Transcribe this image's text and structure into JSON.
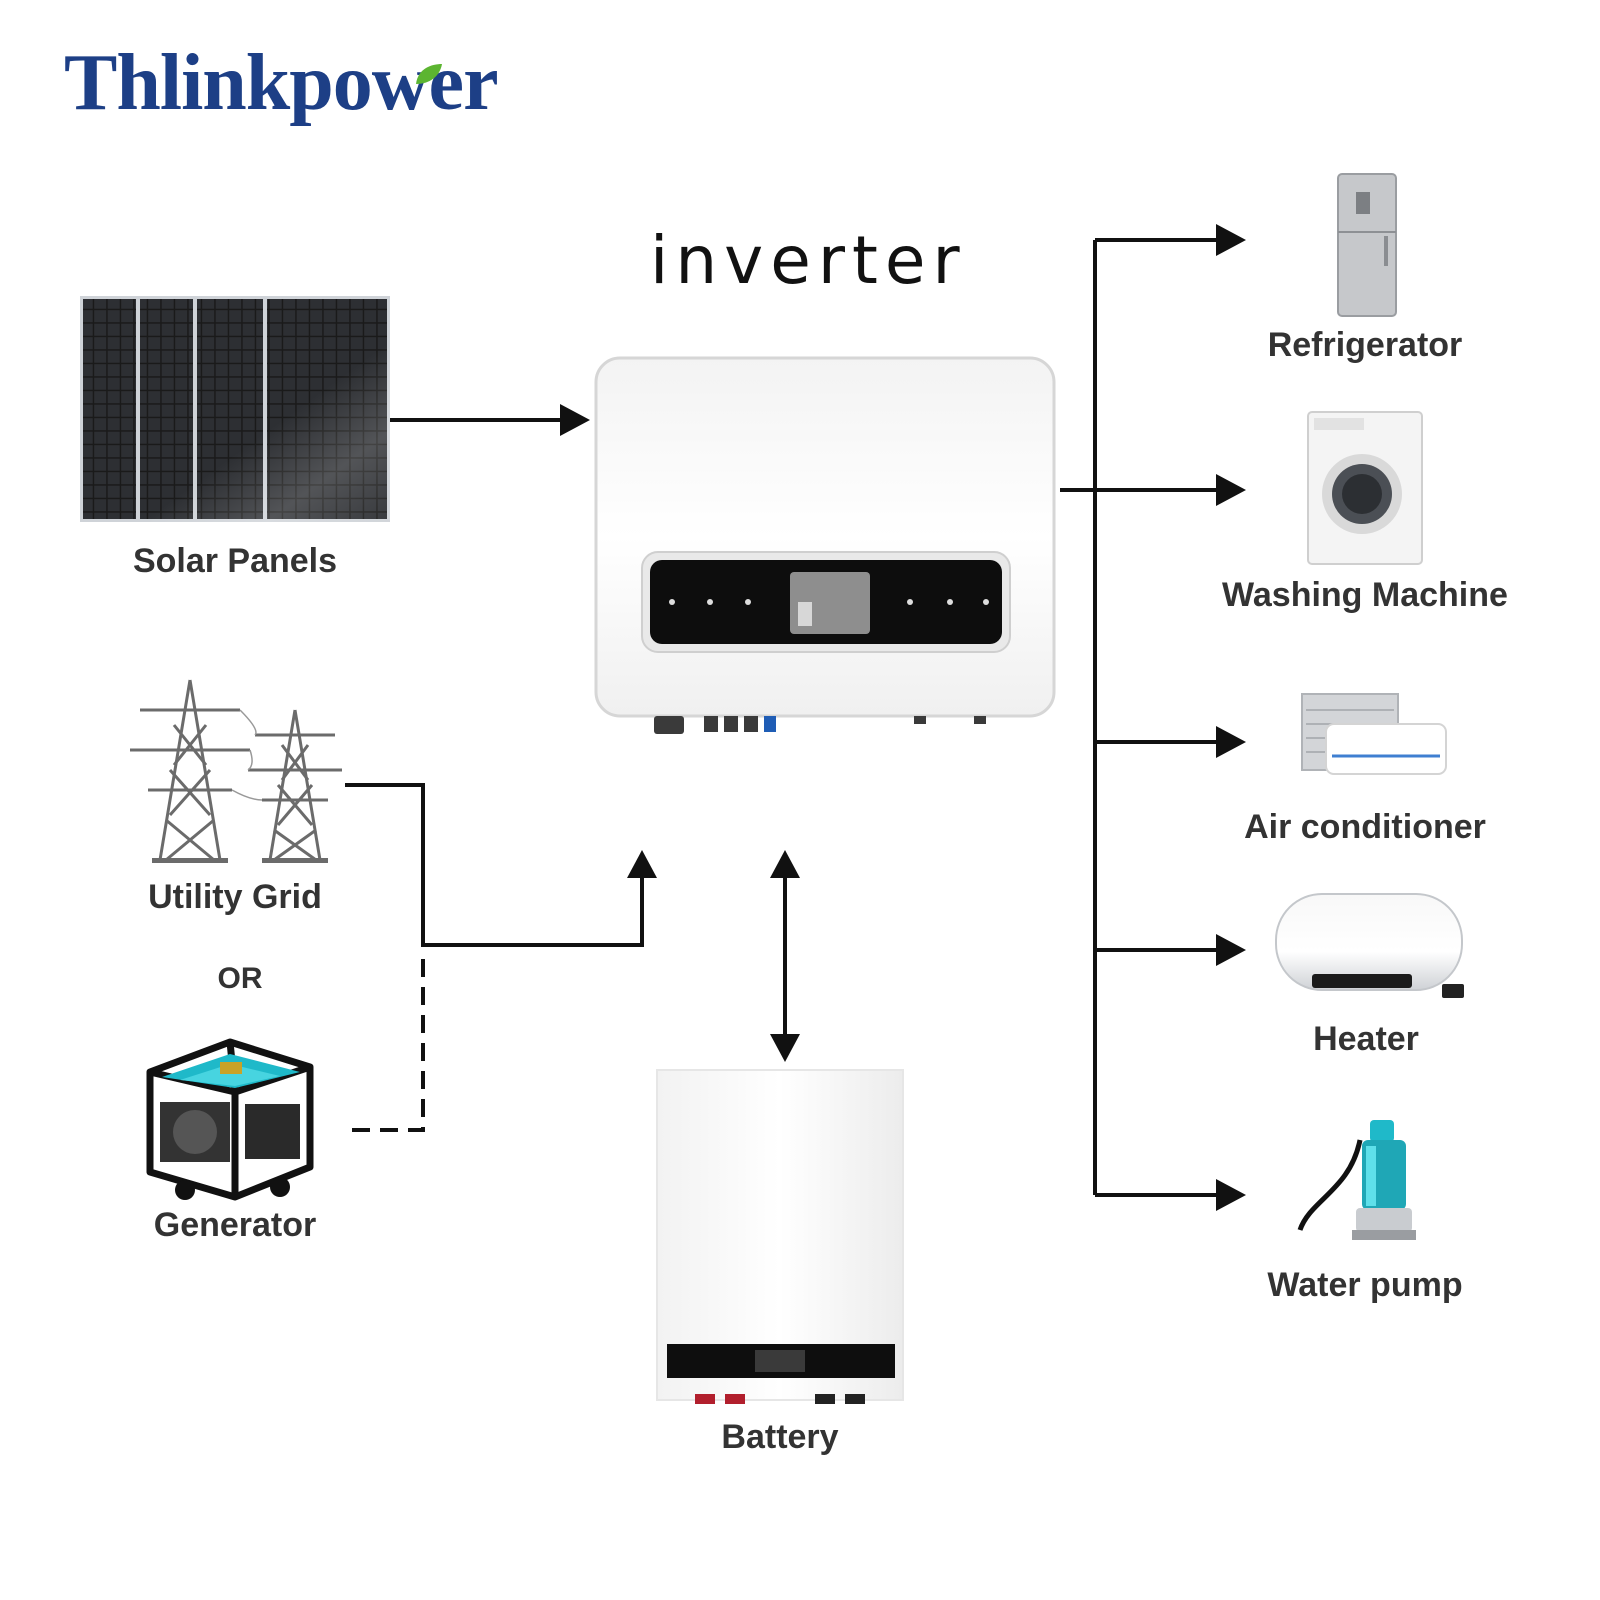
{
  "brand": {
    "name": "Thlinkpower",
    "leaf_color": "#5cb531",
    "text_color": "#1d3f86"
  },
  "title": "inverter",
  "sources": {
    "solar": "Solar Panels",
    "grid": "Utility Grid",
    "or": "OR",
    "generator": "Generator"
  },
  "storage": {
    "battery": "Battery"
  },
  "loads": {
    "refrigerator": "Refrigerator",
    "washing_machine": "Washing Machine",
    "air_conditioner": "Air conditioner",
    "heater": "Heater",
    "water_pump": "Water pump"
  },
  "colors": {
    "line": "#111111",
    "accent_teal": "#1fb9c9"
  }
}
